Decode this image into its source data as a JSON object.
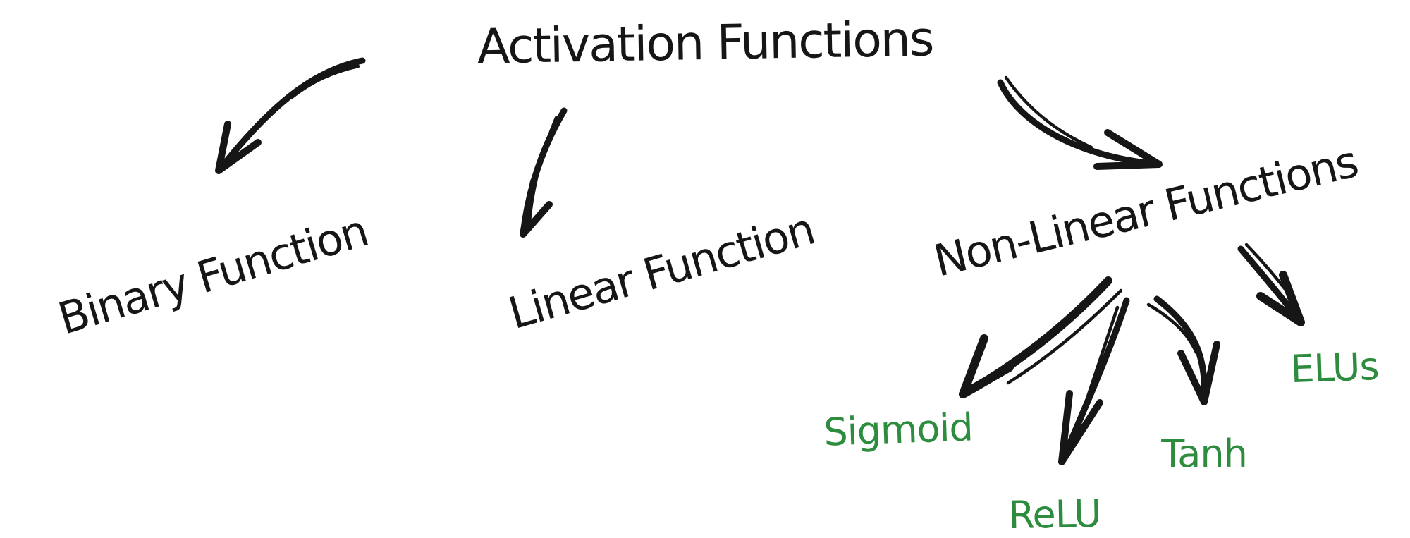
{
  "title": "Activation Functions",
  "nodes": {
    "binary": {
      "label": "Binary Function"
    },
    "linear": {
      "label": "Linear Function"
    },
    "nonlinear": {
      "label": "Non-Linear Functions"
    },
    "sigmoid": {
      "label": "Sigmoid"
    },
    "relu": {
      "label": "ReLU"
    },
    "tanh": {
      "label": "Tanh"
    },
    "elus": {
      "label": "ELUs"
    }
  },
  "edges": [
    {
      "from": "Activation Functions",
      "to": "Binary Function"
    },
    {
      "from": "Activation Functions",
      "to": "Linear Function"
    },
    {
      "from": "Activation Functions",
      "to": "Non-Linear Functions"
    },
    {
      "from": "Non-Linear Functions",
      "to": "Sigmoid"
    },
    {
      "from": "Non-Linear Functions",
      "to": "ReLU"
    },
    {
      "from": "Non-Linear Functions",
      "to": "Tanh"
    },
    {
      "from": "Non-Linear Functions",
      "to": "ELUs"
    }
  ],
  "colors": {
    "ink": "#161616",
    "leaf_green": "#2d8c3e",
    "background": "#ffffff"
  }
}
